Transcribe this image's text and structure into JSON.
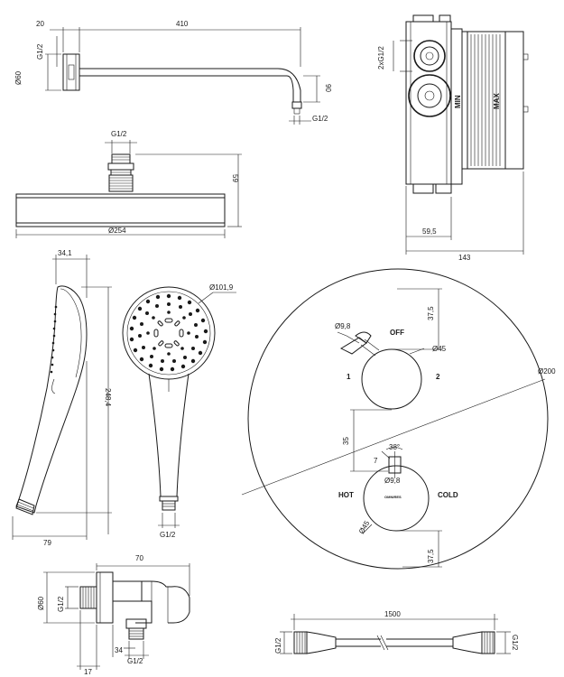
{
  "shower_arm": {
    "dim_flange": "20",
    "dim_length": "410",
    "dim_thread_top": "G1/2",
    "dim_diameter": "Ø60",
    "dim_drop": "90",
    "dim_thread_end": "G1/2"
  },
  "head_shower": {
    "dim_thread": "G1/2",
    "dim_height": "59",
    "dim_diameter": "Ø254"
  },
  "valve_body": {
    "dim_thread": "2xG1/2",
    "label_min": "MIN",
    "label_max": "MAX",
    "dim_depth_inner": "59,5",
    "dim_depth_total": "143"
  },
  "hand_shower": {
    "dim_thickness": "34,1",
    "dim_length": "248,4",
    "dim_width": "79",
    "dim_face": "Ø101,9",
    "dim_thread": "G1/2"
  },
  "cover_plate": {
    "dim_plate": "Ø200",
    "dim_top": "37,5",
    "dim_handle_top": "Ø9,8",
    "label_off": "OFF",
    "dim_knob_top": "Ø45",
    "label_pos1": "1",
    "label_pos2": "2",
    "dim_spacing": "35",
    "dim_angle": "38°",
    "dim_offset": "7",
    "dim_handle_bottom": "Ø9,8",
    "label_hot": "HOT",
    "label_brand": "OMNIRES",
    "label_cold": "COLD",
    "dim_knob_bottom": "Ø45",
    "dim_bottom": "37,5"
  },
  "wall_outlet": {
    "dim_length": "70",
    "dim_diameter": "Ø60",
    "dim_thread_left": "G1/2",
    "dim_offset": "34",
    "dim_thread_bottom": "G1/2",
    "dim_depth": "17"
  },
  "hose": {
    "dim_length": "1500",
    "dim_thread_left": "G1/2",
    "dim_thread_right": "G1/2"
  }
}
